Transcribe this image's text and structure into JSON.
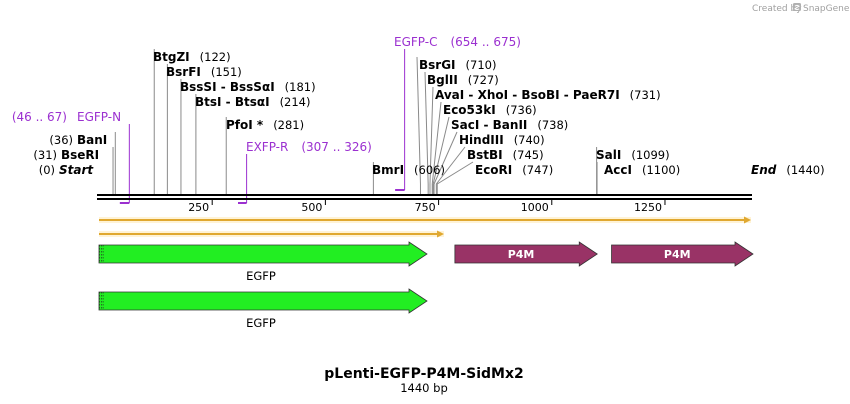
{
  "credit": {
    "text": "Created by",
    "brand": "SnapGene"
  },
  "plasmid": {
    "name": "pLenti-EGFP-P4M-SidMx2",
    "length_label": "1440 bp",
    "length": 1440
  },
  "enzymes": [
    {
      "name": "Start",
      "pos": 0,
      "pos_label": "(0)",
      "italic": true,
      "side": "left"
    },
    {
      "name": "BseRI",
      "pos": 31,
      "pos_label": "(31)",
      "side": "left"
    },
    {
      "name": "BanI",
      "pos": 36,
      "pos_label": "(36)",
      "side": "left"
    },
    {
      "name": "BtgZI",
      "pos": 122,
      "pos_label": "(122)",
      "side": "right"
    },
    {
      "name": "BsrFI",
      "pos": 151,
      "pos_label": "(151)",
      "side": "right"
    },
    {
      "name": "BssSI - BssSαI",
      "pos": 181,
      "pos_label": "(181)",
      "side": "right"
    },
    {
      "name": "BtsI - BtsαI",
      "pos": 214,
      "pos_label": "(214)",
      "side": "right"
    },
    {
      "name": "PfoI *",
      "pos": 281,
      "pos_label": "(281)",
      "side": "right"
    },
    {
      "name": "BmrI",
      "pos": 606,
      "pos_label": "(606)",
      "side": "right"
    },
    {
      "name": "BsrGI",
      "pos": 710,
      "pos_label": "(710)",
      "side": "right"
    },
    {
      "name": "BglII",
      "pos": 727,
      "pos_label": "(727)",
      "side": "right"
    },
    {
      "name": "AvaI - XhoI - BsoBI - PaeR7I",
      "pos": 731,
      "pos_label": "(731)",
      "side": "right"
    },
    {
      "name": "Eco53kI",
      "pos": 736,
      "pos_label": "(736)",
      "side": "right"
    },
    {
      "name": "SacI - BanII",
      "pos": 738,
      "pos_label": "(738)",
      "side": "right"
    },
    {
      "name": "HindIII",
      "pos": 740,
      "pos_label": "(740)",
      "side": "right"
    },
    {
      "name": "BstBI",
      "pos": 745,
      "pos_label": "(745)",
      "side": "right"
    },
    {
      "name": "EcoRI",
      "pos": 747,
      "pos_label": "(747)",
      "side": "right"
    },
    {
      "name": "SalI",
      "pos": 1099,
      "pos_label": "(1099)",
      "side": "right"
    },
    {
      "name": "AccI",
      "pos": 1100,
      "pos_label": "(1100)",
      "side": "right"
    },
    {
      "name": "End",
      "pos": 1440,
      "pos_label": "(1440)",
      "italic": true,
      "side": "right"
    }
  ],
  "primers": [
    {
      "name": "EGFP-N",
      "range_label": "(46 .. 67)",
      "start": 46,
      "end": 67,
      "direction": "forward",
      "color": "#9b30d0"
    },
    {
      "name": "EXFP-R",
      "range_label": "(307 .. 326)",
      "start": 307,
      "end": 326,
      "direction": "reverse",
      "color": "#9b30d0"
    },
    {
      "name": "EGFP-C",
      "range_label": "(654 .. 675)",
      "start": 654,
      "end": 675,
      "direction": "forward",
      "color": "#9b30d0"
    }
  ],
  "ruler": {
    "ticks": [
      250,
      500,
      750,
      1000,
      1250
    ]
  },
  "orfs": [
    {
      "start": 0,
      "end": 1440,
      "direction": "forward",
      "color": "#e0a830"
    },
    {
      "start": 0,
      "end": 762,
      "direction": "forward",
      "color": "#e0a830"
    }
  ],
  "features": [
    {
      "name": "EGFP",
      "start": 0,
      "end": 720,
      "color": "#22ee22",
      "label_inside": false,
      "row": 1
    },
    {
      "name": "P4M",
      "start": 786,
      "end": 1096,
      "color": "#993366",
      "label_inside": true,
      "row": 1
    },
    {
      "name": "P4M",
      "start": 1132,
      "end": 1440,
      "color": "#993366",
      "label_inside": true,
      "row": 1
    },
    {
      "name": "EGFP",
      "start": 0,
      "end": 720,
      "color": "#22ee22",
      "label_inside": false,
      "row": 2
    }
  ]
}
